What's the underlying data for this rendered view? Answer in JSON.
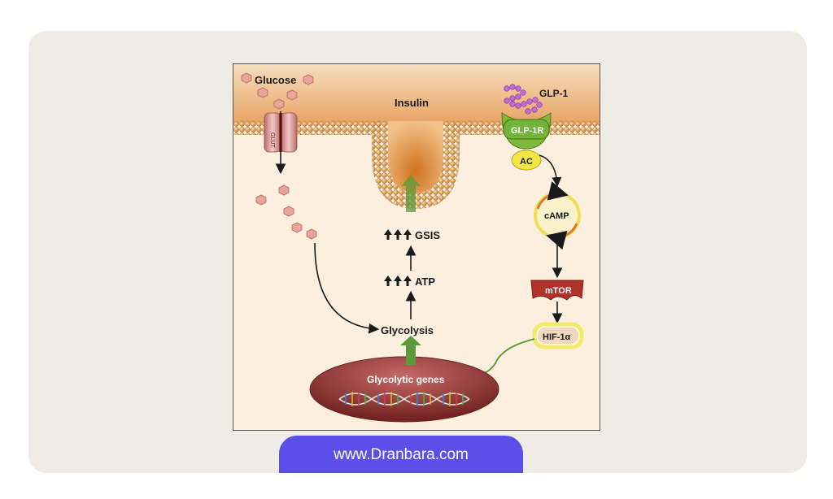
{
  "labels": {
    "glucose": "Glucose",
    "insulin": "Insulin",
    "glp1": "GLP-1",
    "glp1r": "GLP-1R",
    "ac": "AC",
    "glut": "GLUT",
    "camp": "cAMP",
    "gsis": "GSIS",
    "atp": "ATP",
    "mtor": "mTOR",
    "hif": "HIF-1α",
    "glycolysis": "Glycolysis",
    "glycolytic_genes": "Glycolytic genes"
  },
  "footer": {
    "url": "www.Dranbara.com"
  },
  "colors": {
    "card_bg": "#efece5",
    "membrane": "#e8a96a",
    "bead": "#d58a3e",
    "receptor": "#8bc34a",
    "ac": "#f4e64a",
    "mtor": "#b5332b",
    "nucleus": "#8e2a2a",
    "banner": "#5a4fe8",
    "glucose": "#e59a92"
  },
  "icons": {
    "arrow_cluster": "triple-up-arrow-icon",
    "glucose": "hexagon-icon",
    "dna": "dna-helix-icon"
  }
}
